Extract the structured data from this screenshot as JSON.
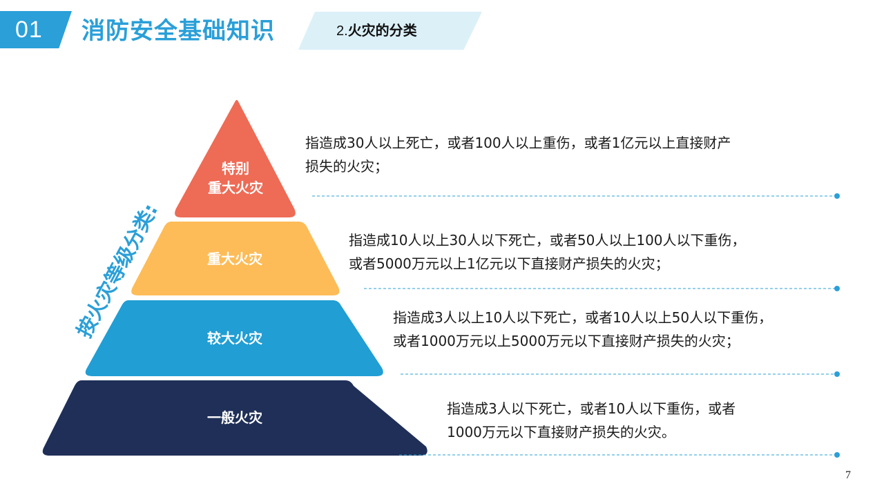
{
  "header": {
    "section_number": "01",
    "section_title": "消防安全基础知识",
    "subtitle_number": "2.",
    "subtitle_text": "火灾的分类"
  },
  "diagram": {
    "side_label": "按火灾等级分类:",
    "levels": [
      {
        "label_line1": "特别",
        "label_line2": "重大火灾",
        "color": "#ee6b55",
        "description_line1": "指造成30人以上死亡，或者100人以上重伤，或者1亿元以上直接财产",
        "description_line2": "损失的火灾；"
      },
      {
        "label_line1": "重大火灾",
        "color": "#fdbc58",
        "description_line1": "指造成10人以上30人以下死亡，或者50人以上100人以下重伤，",
        "description_line2": "或者5000万元以上1亿元以下直接财产损失的火灾；"
      },
      {
        "label_line1": "较大火灾",
        "color": "#219ed4",
        "description_line1": "指造成3人以上10人以下死亡，或者10人以上50人以下重伤，",
        "description_line2": "或者1000万元以上5000万元以下直接财产损失的火灾；"
      },
      {
        "label_line1": "一般火灾",
        "color": "#1f2f57",
        "description_line1": "指造成3人以下死亡，或者10人以下重伤，或者",
        "description_line2": "1000万元以下直接财产损失的火灾。"
      }
    ],
    "divider_color": "#2a9fd8"
  },
  "footer": {
    "page_number": "7"
  }
}
